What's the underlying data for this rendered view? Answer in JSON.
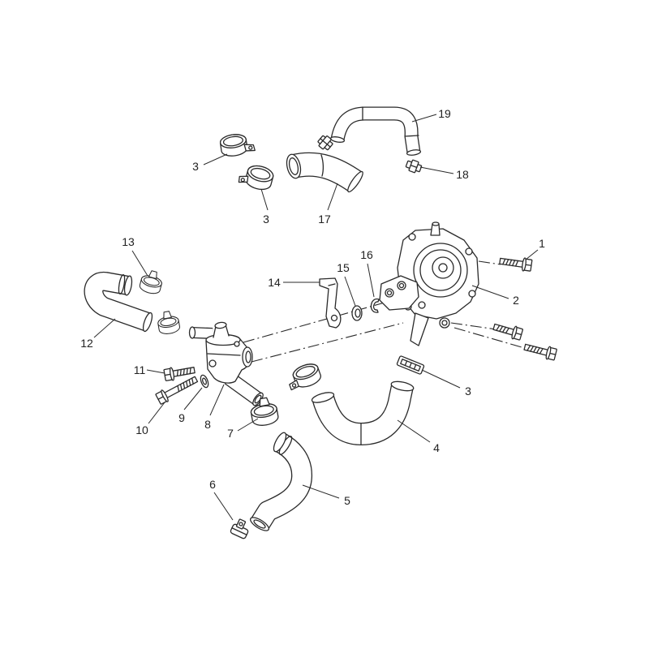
{
  "diagram": {
    "callouts": {
      "c1": "1",
      "c2": "2",
      "c3a": "3",
      "c3b": "3",
      "c3c": "3",
      "c4": "4",
      "c5": "5",
      "c6": "6",
      "c7": "7",
      "c8": "8",
      "c9": "9",
      "c10": "10",
      "c11": "11",
      "c12": "12",
      "c13": "13",
      "c14": "14",
      "c15": "15",
      "c16": "16",
      "c17": "17",
      "c18": "18",
      "c19": "19"
    }
  }
}
